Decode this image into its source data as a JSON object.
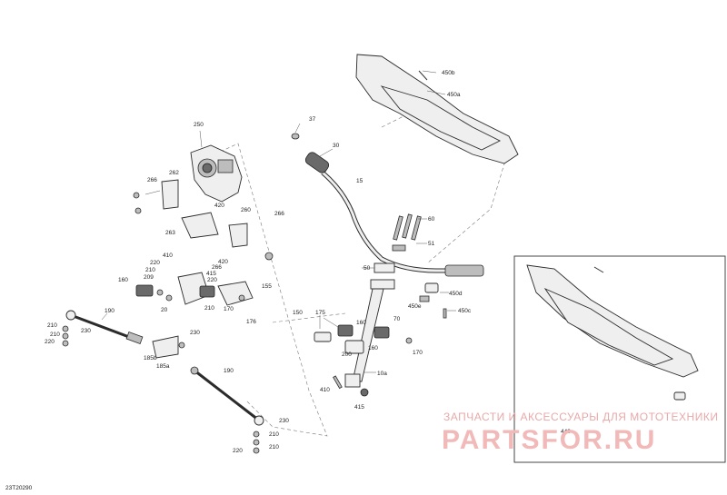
{
  "drawing_code": "23T20290",
  "callouts": {
    "c450b": "450b",
    "c450a": "450a",
    "c37": "37",
    "c30": "30",
    "c15": "15",
    "c60": "60",
    "c51": "51",
    "c50": "50",
    "c450d": "450d",
    "c450e": "450e",
    "c450c": "450c",
    "c70": "70",
    "c150": "150",
    "c175": "175",
    "c160a": "160",
    "c160b": "160",
    "c200": "200",
    "c170a": "170",
    "c410a": "410",
    "c10a": "10a",
    "c415": "415",
    "c250": "250",
    "c266a": "266",
    "c262": "262",
    "c263": "263",
    "c260": "260",
    "c266b": "266",
    "c420a": "420",
    "c420b": "420",
    "c410b": "410",
    "c220a": "220",
    "c210a": "210",
    "c209": "209",
    "c415b": "415",
    "c266c": "266",
    "c220b": "220",
    "c160c": "160",
    "c20": "20",
    "c210b": "210",
    "c170b": "170",
    "c155": "155",
    "c176": "176",
    "c190a": "190",
    "c230a": "230",
    "c210c": "210",
    "c210d": "210",
    "c220c": "220",
    "c230b": "230",
    "c185b": "185b",
    "c185a": "185a",
    "c190b": "190",
    "c230c": "230",
    "c210e": "210",
    "c210f": "210",
    "c220d": "220",
    "c449": "449"
  },
  "watermark": {
    "line1": "ЗАПЧАСТИ И АКСЕССУАРЫ ДЛЯ МОТОТЕХНИКИ",
    "line2": "PARTSFOR.RU"
  }
}
